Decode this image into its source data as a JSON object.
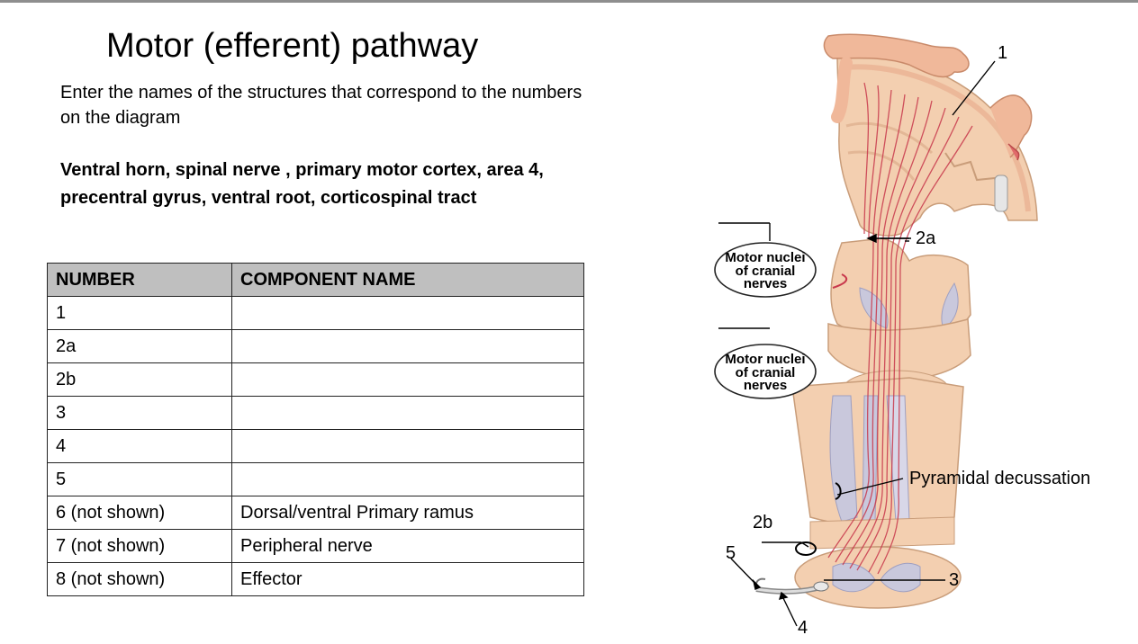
{
  "slide": {
    "title": "Motor (efferent) pathway",
    "instruction": "Enter the names of the structures that correspond to the numbers on the diagram",
    "terms": "Ventral horn, spinal nerve , primary motor cortex, area 4, precentral gyrus, ventral root, corticospinal tract"
  },
  "table": {
    "headers": [
      "NUMBER",
      "COMPONENT NAME"
    ],
    "rows": [
      {
        "number": "1",
        "name": ""
      },
      {
        "number": "2a",
        "name": ""
      },
      {
        "number": "2b",
        "name": ""
      },
      {
        "number": "3",
        "name": ""
      },
      {
        "number": "4",
        "name": ""
      },
      {
        "number": "5",
        "name": ""
      },
      {
        "number": "6 (not shown)",
        "name": "Dorsal/ventral Primary ramus"
      },
      {
        "number": "7 (not shown)",
        "name": "Peripheral nerve"
      },
      {
        "number": "8 (not shown)",
        "name": "Effector"
      }
    ]
  },
  "diagram": {
    "labels": {
      "l1": "1",
      "l2a": "2a",
      "l2b": "2b",
      "l3": "3",
      "l4": "4",
      "l5": "5",
      "pyramidal": "Pyramidal decussation"
    },
    "bubbles": {
      "upper": [
        "Motor nuclei",
        "of cranial",
        "nerves"
      ],
      "lower": [
        "Motor nuclei",
        "of cranial",
        "nerves"
      ]
    }
  },
  "colors": {
    "tissue": "#f3cfb0",
    "tract": "#c8384c",
    "gray_matter": "#c9c8dc",
    "header": "#bfbfbf"
  }
}
